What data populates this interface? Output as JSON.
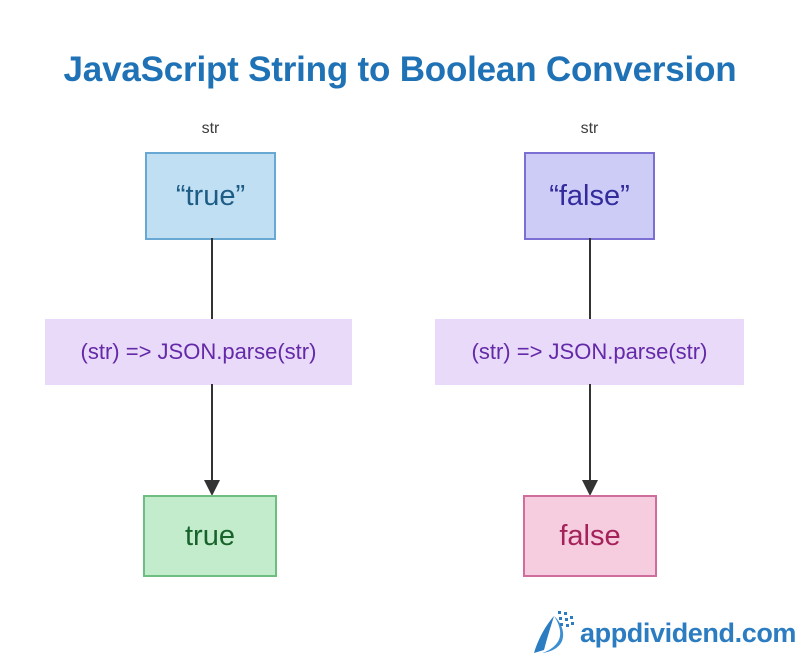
{
  "page": {
    "title": "JavaScript String to Boolean Conversion",
    "background_color": "#ffffff",
    "title_color": "#1f72b5"
  },
  "diagram": {
    "columns": [
      {
        "id": "true-flow",
        "input_label": "str",
        "input_value": "“true”",
        "input_fill": "#c0dff3",
        "input_border": "#6aa8d4",
        "input_text_color": "#1d5c85",
        "function": "(str) => JSON.parse(str)",
        "function_fill": "#e8daf8",
        "function_text_color": "#6429a8",
        "output_value": "true",
        "output_fill": "#c2eccb",
        "output_border": "#6cbf81",
        "output_text_color": "#18632c"
      },
      {
        "id": "false-flow",
        "input_label": "str",
        "input_value": "“false”",
        "input_fill": "#ccccf7",
        "input_border": "#7b6fd4",
        "input_text_color": "#332a9c",
        "function": "(str) => JSON.parse(str)",
        "function_fill": "#e8daf8",
        "function_text_color": "#6429a8",
        "output_value": "false",
        "output_fill": "#f6ccdf",
        "output_border": "#cf6d9c",
        "output_text_color": "#a4215a"
      }
    ],
    "connector_color": "#333333"
  },
  "branding": {
    "name": "appdividend.com",
    "logo_icon": "appdividend-a-logo-icon",
    "color": "#2b7cc0"
  }
}
